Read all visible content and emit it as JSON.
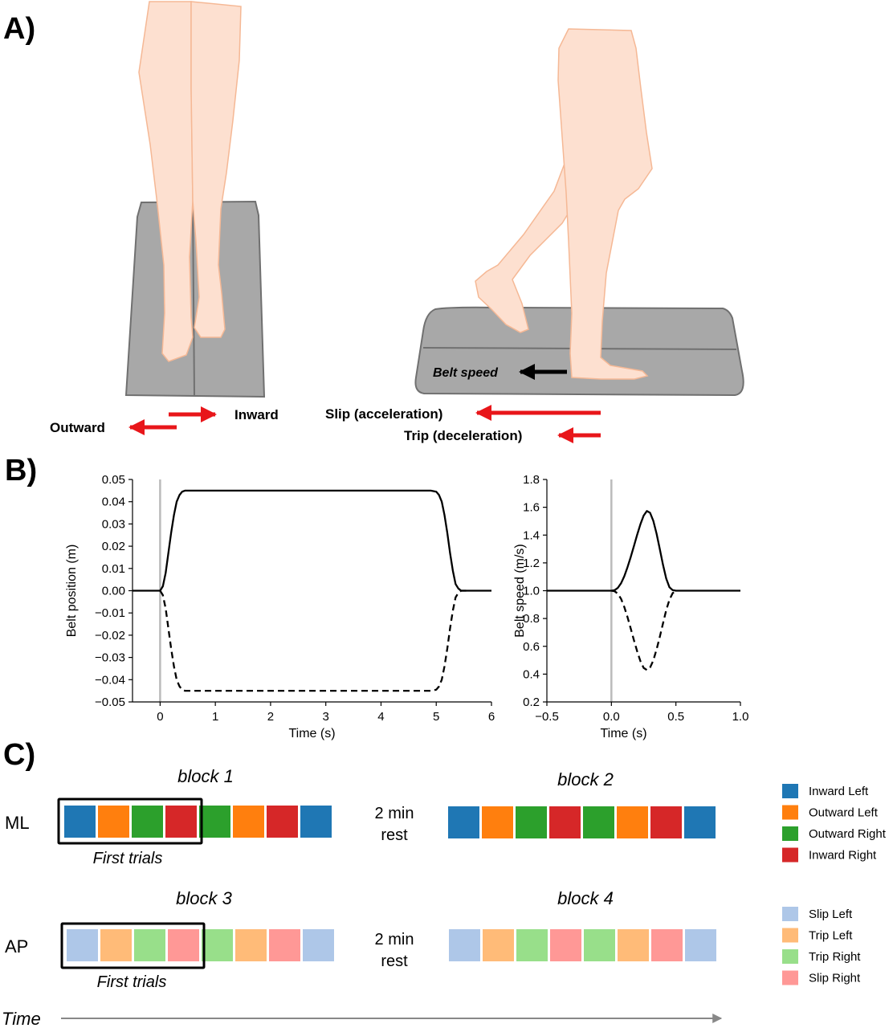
{
  "panel_a": {
    "label": "A)",
    "ml_labels": {
      "outward": "Outward",
      "inward": "Inward"
    },
    "ap_labels": {
      "belt_speed": "Belt speed",
      "slip": "Slip (acceleration)",
      "trip": "Trip (deceleration)"
    }
  },
  "panel_b": {
    "label": "B)"
  },
  "chart_data": [
    {
      "type": "line",
      "xlabel": "Time (s)",
      "ylabel": "Belt position (m)",
      "xlim": [
        -0.5,
        6
      ],
      "ylim": [
        -0.05,
        0.05
      ],
      "xticks": [
        0,
        1,
        2,
        3,
        4,
        5,
        6
      ],
      "yticks": [
        0.05,
        0.04,
        0.03,
        0.02,
        0.01,
        0.0,
        -0.01,
        -0.02,
        -0.03,
        -0.04,
        -0.05
      ],
      "xtick_labels": [
        "0",
        "1",
        "2",
        "3",
        "4",
        "5",
        "6"
      ],
      "ytick_labels": [
        "0.05",
        "0.04",
        "0.03",
        "0.02",
        "0.01",
        "0.00",
        "−0.01",
        "−0.02",
        "−0.03",
        "−0.04",
        "−0.05"
      ],
      "vline_x": 0,
      "grid": false,
      "series": [
        {
          "style": "solid",
          "x": [
            -0.5,
            0,
            0.05,
            0.1,
            0.15,
            0.2,
            0.25,
            0.3,
            0.35,
            0.4,
            0.45,
            0.5,
            1,
            2,
            3,
            4,
            4.9,
            5.0,
            5.05,
            5.1,
            5.15,
            5.2,
            5.25,
            5.3,
            5.35,
            5.4,
            5.45,
            5.5,
            5.6,
            6
          ],
          "y": [
            0,
            0,
            0.002,
            0.008,
            0.017,
            0.026,
            0.034,
            0.04,
            0.043,
            0.0445,
            0.045,
            0.045,
            0.045,
            0.045,
            0.045,
            0.045,
            0.045,
            0.0445,
            0.043,
            0.04,
            0.034,
            0.026,
            0.017,
            0.009,
            0.003,
            0.001,
            0,
            0,
            0,
            0
          ]
        },
        {
          "style": "dashed",
          "x": [
            0,
            0.05,
            0.1,
            0.15,
            0.2,
            0.25,
            0.3,
            0.35,
            0.4,
            0.45,
            0.5,
            1,
            2,
            3,
            4,
            4.9,
            5.0,
            5.05,
            5.1,
            5.15,
            5.2,
            5.25,
            5.3,
            5.35,
            5.4,
            5.45,
            5.5,
            5.55,
            5.6
          ],
          "y": [
            0,
            -0.002,
            -0.008,
            -0.017,
            -0.026,
            -0.034,
            -0.04,
            -0.043,
            -0.0445,
            -0.045,
            -0.045,
            -0.045,
            -0.045,
            -0.045,
            -0.045,
            -0.045,
            -0.0445,
            -0.043,
            -0.04,
            -0.034,
            -0.026,
            -0.017,
            -0.009,
            -0.003,
            -0.001,
            0,
            0,
            0,
            0
          ]
        }
      ]
    },
    {
      "type": "line",
      "xlabel": "Time (s)",
      "ylabel": "Belt speed (m/s)",
      "xlim": [
        -0.5,
        1.0
      ],
      "ylim": [
        0.2,
        1.8
      ],
      "xticks": [
        -0.5,
        0.0,
        0.5,
        1.0
      ],
      "yticks": [
        1.8,
        1.6,
        1.4,
        1.2,
        1.0,
        0.8,
        0.6,
        0.4,
        0.2
      ],
      "xtick_labels": [
        "−0.5",
        "0.0",
        "0.5",
        "1.0"
      ],
      "ytick_labels": [
        "1.8",
        "1.6",
        "1.4",
        "1.2",
        "1.0",
        "0.8",
        "0.6",
        "0.4",
        "0.2"
      ],
      "vline_x": 0,
      "grid": false,
      "series": [
        {
          "style": "solid",
          "x": [
            -0.5,
            0,
            0.025,
            0.05,
            0.075,
            0.1,
            0.125,
            0.15,
            0.175,
            0.2,
            0.225,
            0.25,
            0.275,
            0.3,
            0.325,
            0.35,
            0.375,
            0.4,
            0.425,
            0.45,
            0.475,
            0.5,
            1.0
          ],
          "y": [
            1.0,
            1.0,
            1.004,
            1.021,
            1.054,
            1.104,
            1.169,
            1.242,
            1.323,
            1.404,
            1.478,
            1.54,
            1.573,
            1.56,
            1.503,
            1.41,
            1.3,
            1.186,
            1.087,
            1.025,
            1.004,
            1.0,
            1.0
          ]
        },
        {
          "style": "dashed",
          "x": [
            0,
            0.025,
            0.05,
            0.075,
            0.1,
            0.125,
            0.15,
            0.175,
            0.2,
            0.225,
            0.25,
            0.275,
            0.3,
            0.325,
            0.35,
            0.375,
            0.4,
            0.425,
            0.45,
            0.475,
            0.5
          ],
          "y": [
            1.0,
            0.996,
            0.978,
            0.941,
            0.883,
            0.81,
            0.728,
            0.642,
            0.563,
            0.493,
            0.445,
            0.43,
            0.447,
            0.498,
            0.578,
            0.668,
            0.765,
            0.86,
            0.935,
            0.982,
            1.0
          ]
        }
      ]
    }
  ],
  "panel_c": {
    "label": "C)",
    "rows": [
      {
        "name": "ML",
        "block_a": "block 1",
        "block_b": "block 2",
        "first_trials": "First trials",
        "rest": [
          "2 min",
          "rest"
        ],
        "seq_a": [
          "#1f77b4",
          "#ff7f0e",
          "#2ca02c",
          "#d62728",
          "#2ca02c",
          "#ff7f0e",
          "#d62728",
          "#1f77b4"
        ],
        "seq_b": [
          "#1f77b4",
          "#ff7f0e",
          "#2ca02c",
          "#d62728",
          "#2ca02c",
          "#ff7f0e",
          "#d62728",
          "#1f77b4"
        ]
      },
      {
        "name": "AP",
        "block_a": "block 3",
        "block_b": "block 4",
        "first_trials": "First trials",
        "rest": [
          "2 min",
          "rest"
        ],
        "seq_a": [
          "#aec7e8",
          "#ffbb78",
          "#98df8a",
          "#ff9896",
          "#98df8a",
          "#ffbb78",
          "#ff9896",
          "#aec7e8"
        ],
        "seq_b": [
          "#aec7e8",
          "#ffbb78",
          "#98df8a",
          "#ff9896",
          "#98df8a",
          "#ffbb78",
          "#ff9896",
          "#aec7e8"
        ]
      }
    ],
    "legend_ml": [
      {
        "label": "Inward Left",
        "color": "#1f77b4"
      },
      {
        "label": "Outward Left",
        "color": "#ff7f0e"
      },
      {
        "label": "Outward Right",
        "color": "#2ca02c"
      },
      {
        "label": "Inward Right",
        "color": "#d62728"
      }
    ],
    "legend_ap": [
      {
        "label": "Slip Left",
        "color": "#aec7e8"
      },
      {
        "label": "Trip Left",
        "color": "#ffbb78"
      },
      {
        "label": "Trip Right",
        "color": "#98df8a"
      },
      {
        "label": "Slip Right",
        "color": "#ff9896"
      }
    ],
    "time_label": "Time"
  },
  "colors": {
    "skin": "#fde0d0",
    "skin_edge": "#f5b895",
    "belt": "#a8a8a8",
    "belt_edge": "#707070",
    "arrow_red": "#e8161a",
    "vline": "#bbbbbb"
  }
}
